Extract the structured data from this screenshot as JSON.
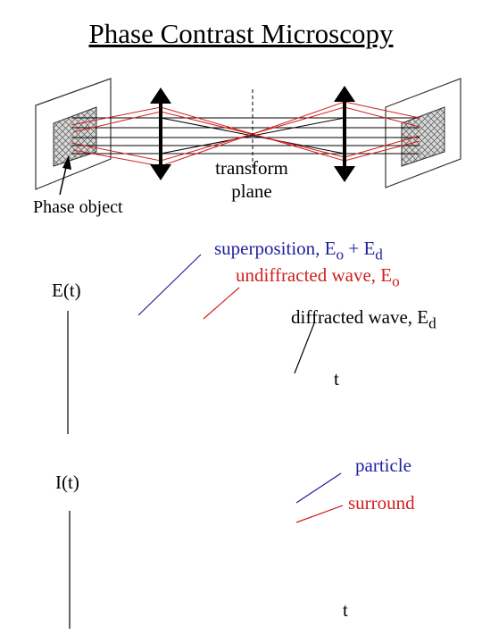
{
  "title": "Phase Contrast Microscopy",
  "labels": {
    "phase_object": "Phase object",
    "transform_plane_line1": "transform",
    "transform_plane_line2": "plane",
    "e_axis": "E(t)",
    "i_axis": "I(t)",
    "t_axis_top": "t",
    "t_axis_bottom": "t"
  },
  "legend_top": {
    "superposition": {
      "text": "superposition, E",
      "sub1": "o",
      "mid": " + E",
      "sub2": "d",
      "color": "#1f1fa0"
    },
    "undiffracted": {
      "text": "undiffracted wave, E",
      "sub": "o",
      "color": "#d21f1f"
    },
    "diffracted": {
      "text": "diffracted wave, E",
      "sub": "d",
      "color": "#000000"
    }
  },
  "legend_bottom": {
    "particle": {
      "text": "particle",
      "color": "#1f1fa0"
    },
    "surround": {
      "text": "surround",
      "color": "#d21f1f"
    }
  },
  "colors": {
    "ray_red": "#d21f1f",
    "ray_black": "#000000",
    "specimen_fill": "#d8d8d8",
    "slide_fill": "#ffffff"
  },
  "icons": [
    "double-headed-arrow-icon",
    "crosshatch-pattern"
  ]
}
